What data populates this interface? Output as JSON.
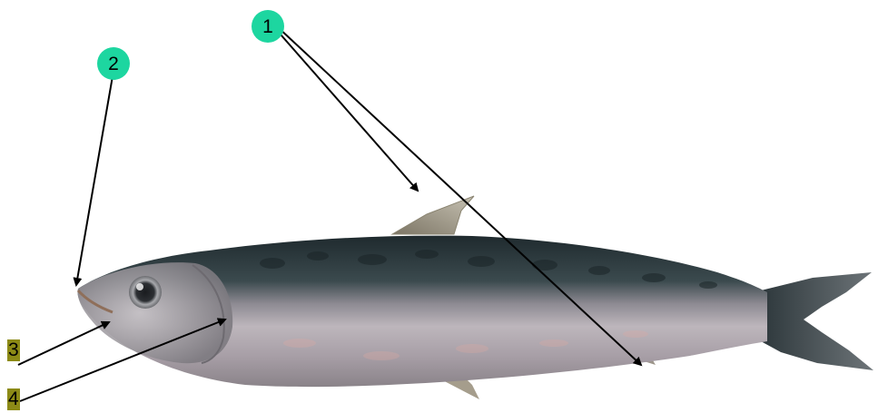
{
  "colors": {
    "circle_badge": "#1dd6a0",
    "highlight_badge": "#8c8a16",
    "arrow": "#000000",
    "fish_back": "#2f3b3e",
    "fish_belly": "#a8a3a6",
    "fish_silver": "#c9c6cb"
  },
  "icons": {
    "subject": "sardine-fish-photo"
  },
  "callouts": {
    "c1": "1",
    "c2": "2",
    "c3": "3",
    "c4": "4"
  }
}
